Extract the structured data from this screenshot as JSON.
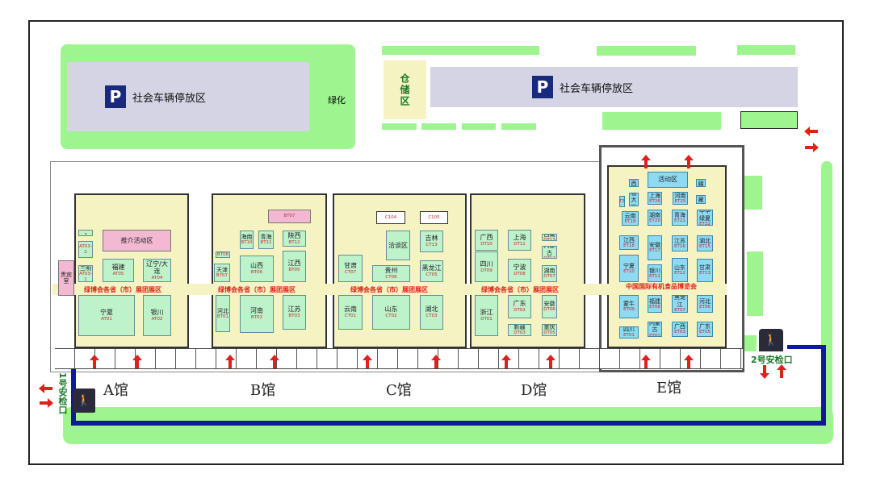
{
  "parking": {
    "icon": "P",
    "left_label": "社会车辆停放区",
    "right_label": "社会车辆停放区"
  },
  "greenery_label": "绿化",
  "storage_label": "仓储区",
  "halls": [
    {
      "label": "A馆",
      "banner": "绿博会各省（市）展团展区",
      "booths": [
        {
          "name": "推介活动区",
          "code": ""
        },
        {
          "name": "福建",
          "code": "AT05"
        },
        {
          "name": "辽宁/大连",
          "code": "AT04"
        },
        {
          "name": "宁夏",
          "code": "AT01"
        },
        {
          "name": "银川",
          "code": "AT02"
        },
        {
          "name": "",
          "code": "AT03-3"
        },
        {
          "name": "",
          "code": "AT03-2"
        },
        {
          "name": "三明",
          "code": "AT03-1"
        },
        {
          "name": "贵宾室",
          "code": ""
        }
      ]
    },
    {
      "label": "B馆",
      "banner": "绿博会各省（市）展团展区",
      "booths": [
        {
          "name": "",
          "code": "BT07"
        },
        {
          "name": "海南",
          "code": "BT10"
        },
        {
          "name": "青海",
          "code": "BT11"
        },
        {
          "name": "陕西",
          "code": "BT12"
        },
        {
          "name": "",
          "code": "BT08"
        },
        {
          "name": "天津",
          "code": "BT07"
        },
        {
          "name": "山西",
          "code": "BT06"
        },
        {
          "name": "江西",
          "code": "BT05"
        },
        {
          "name": "河北",
          "code": "BT01"
        },
        {
          "name": "河南",
          "code": "BT02"
        },
        {
          "name": "江苏",
          "code": "BT03"
        }
      ]
    },
    {
      "label": "C馆",
      "banner": "绿博会各省（市）展团展区",
      "booths": [
        {
          "name": "",
          "code": "C104"
        },
        {
          "name": "",
          "code": "C105"
        },
        {
          "name": "洽谈区",
          "code": ""
        },
        {
          "name": "吉林",
          "code": "CT13"
        },
        {
          "name": "甘肃",
          "code": "CT07"
        },
        {
          "name": "贵州",
          "code": "CT06"
        },
        {
          "name": "黑龙江",
          "code": "CT05"
        },
        {
          "name": "云南",
          "code": "CT01"
        },
        {
          "name": "山东",
          "code": "CT02"
        },
        {
          "name": "湖北",
          "code": "CT03"
        }
      ]
    },
    {
      "label": "D馆",
      "banner": "绿博会各省（市）展团展区",
      "booths": [
        {
          "name": "广西",
          "code": "DT10"
        },
        {
          "name": "上海",
          "code": "DT11"
        },
        {
          "name": "西藏",
          "code": "DT13"
        },
        {
          "name": "内蒙古",
          "code": "DT12"
        },
        {
          "name": "四川",
          "code": "DT09"
        },
        {
          "name": "宁波",
          "code": "DT08"
        },
        {
          "name": "湖南",
          "code": "DT07"
        },
        {
          "name": "浙江",
          "code": "DT01"
        },
        {
          "name": "广东",
          "code": "DT02"
        },
        {
          "name": "安徽",
          "code": "DT06"
        },
        {
          "name": "新疆",
          "code": "DT03"
        },
        {
          "name": "重庆",
          "code": "DT05"
        }
      ]
    },
    {
      "label": "E馆",
      "banner": "中国国际有机食品博览会",
      "booths": [
        {
          "name": "山西",
          "code": "ET28"
        },
        {
          "name": "活动区",
          "code": ""
        },
        {
          "name": "新疆",
          "code": "ET31"
        },
        {
          "name": "",
          "code": "ET30"
        },
        {
          "name": "中粮大米",
          "code": "ET27"
        },
        {
          "name": "上海",
          "code": "ET26"
        },
        {
          "name": "河南",
          "code": "ET25"
        },
        {
          "name": "西藏",
          "code": "ET24"
        },
        {
          "name": "云南",
          "code": "ET19"
        },
        {
          "name": "湖南",
          "code": "ET20"
        },
        {
          "name": "青海",
          "code": "ET21"
        },
        {
          "name": "中华绿夏",
          "code": "ET22"
        },
        {
          "name": "江西",
          "code": "ET18"
        },
        {
          "name": "安徽",
          "code": "ET17"
        },
        {
          "name": "江苏",
          "code": "ET16"
        },
        {
          "name": "湖北",
          "code": "ET15"
        },
        {
          "name": "宁夏",
          "code": "ET10"
        },
        {
          "name": "银川",
          "code": "ET11"
        },
        {
          "name": "山东",
          "code": "ET12"
        },
        {
          "name": "甘肃",
          "code": "ET13"
        },
        {
          "name": "蒙牛",
          "code": "ET09"
        },
        {
          "name": "福建",
          "code": "ET08"
        },
        {
          "name": "黑龙江",
          "code": "ET07"
        },
        {
          "name": "河北",
          "code": "ET06"
        },
        {
          "name": "内蒙古",
          "code": "ET02"
        },
        {
          "name": "广西",
          "code": "ET03"
        },
        {
          "name": "广东",
          "code": "ET05"
        },
        {
          "name": "四川",
          "code": "ET01"
        }
      ]
    }
  ],
  "checkpoints": {
    "gate1": "1号安检口",
    "gate2": "2号安检口"
  },
  "colors": {
    "green": "#9ef58f",
    "route": "#0d1a9a",
    "arrow": "#e0201c",
    "hall": "#f5f3c2",
    "booth": "#bdf2cb",
    "booth_e": "#8ddaf2",
    "pink": "#f3b9d2"
  }
}
